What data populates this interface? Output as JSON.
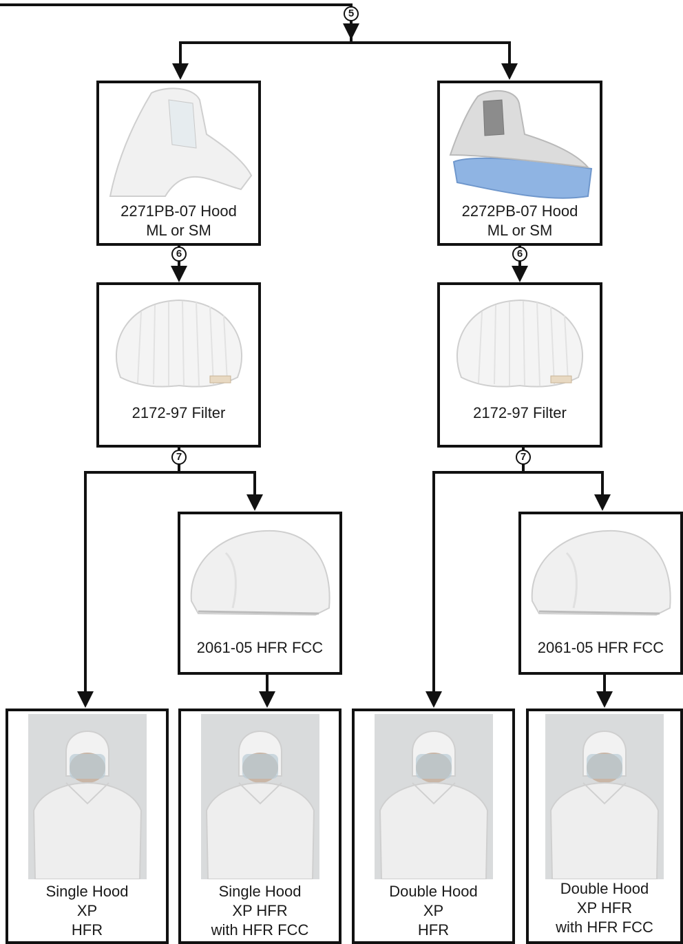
{
  "steps": {
    "step5": "5",
    "step6": "6",
    "step7": "7"
  },
  "hoods": {
    "left": {
      "line1": "2271PB-07 Hood",
      "line2": "ML or SM"
    },
    "right": {
      "line1": "2272PB-07 Hood",
      "line2": "ML or SM"
    }
  },
  "filters": {
    "left": "2172-97 Filter",
    "right": "2172-97 Filter"
  },
  "fcc": {
    "left": "2061-05 HFR FCC",
    "right": "2061-05 HFR FCC"
  },
  "results": [
    {
      "line1": "Single Hood",
      "line2": "XP",
      "line3": "HFR"
    },
    {
      "line1": "Single Hood",
      "line2": "XP HFR",
      "line3": "with HFR FCC"
    },
    {
      "line1": "Double Hood",
      "line2": "XP",
      "line3": "HFR"
    },
    {
      "line1": "Double Hood",
      "line2": "XP HFR",
      "line3": "with HFR FCC"
    }
  ],
  "colors": {
    "line": "#111111",
    "hood_blue": "#8fb4e3",
    "hood_grey": "#dcdcdc"
  }
}
